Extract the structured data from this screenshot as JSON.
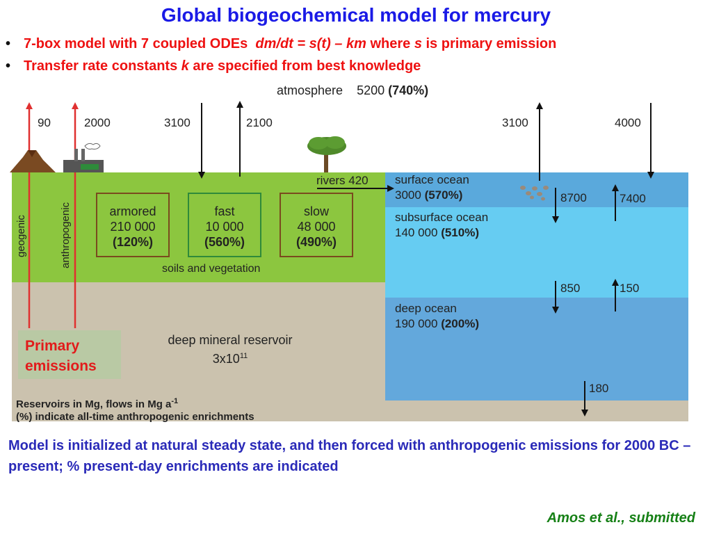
{
  "title": "Global biogeochemical model for mercury",
  "bullets": [
    {
      "part1": "7-box model with 7 coupled ODEs",
      "eq1": "dm/dt",
      "eq2": " = ",
      "eq3": "s(t)",
      "eq4": " – ",
      "eq5": "km",
      "part2": " where ",
      "var": "s",
      "part3": " is primary emission"
    },
    {
      "part1": "Transfer rate constants ",
      "var": "k",
      "part2": " are specified from best knowledge"
    }
  ],
  "diagram": {
    "atmosphere": {
      "label": "atmosphere",
      "value": "5200",
      "enrichment": "(740%)"
    },
    "land_fluxes": {
      "geogenic": "90",
      "anthropogenic": "2000",
      "deposition": "3100",
      "emission": "2100"
    },
    "ocean_fluxes": {
      "deposition": "3100",
      "evasion": "4000"
    },
    "rivers": "rivers 420",
    "soil_pools": [
      {
        "name": "armored",
        "value": "210 000",
        "enrichment": "(120%)"
      },
      {
        "name": "fast",
        "value": "10 000",
        "enrichment": "(560%)"
      },
      {
        "name": "slow",
        "value": "48 000",
        "enrichment": "(490%)"
      }
    ],
    "soils_label": "soils and vegetation",
    "geogenic_label": "geogenic",
    "anthropogenic_label": "anthropogenic",
    "surface_ocean": {
      "name": "surface ocean",
      "value": "3000",
      "enrichment": "(570%)"
    },
    "subsurface_ocean": {
      "name": "subsurface ocean",
      "value": "140 000",
      "enrichment": "(510%)"
    },
    "deep_ocean": {
      "name": "deep ocean",
      "value": "190 000",
      "enrichment": "(200%)"
    },
    "ocean_exchange": {
      "surface_down": "8700",
      "surface_up": "7400",
      "deep_down": "850",
      "deep_up": "150",
      "burial": "180"
    },
    "deep_mineral": {
      "name": "deep mineral reservoir",
      "value_base": "3x10",
      "value_exp": "11"
    },
    "primary_emissions": [
      "Primary",
      "emissions"
    ],
    "legend": {
      "line1_a": "Reservoirs in Mg, flows in Mg a",
      "line1_exp": "-1",
      "line2": "(%) indicate all-time anthropogenic enrichments"
    },
    "colors": {
      "land": "#8cc63f",
      "mineral": "#cbc2ae",
      "surface_ocean": "#5aa9dc",
      "mid_ocean": "#66ccf2",
      "deep_ocean": "#63a8dc",
      "emission_arrow": "#e03030",
      "fast_box_border": "#2f8a3a",
      "soil_box_border": "#7a4a1e"
    }
  },
  "bottom_text": "Model is initialized at natural steady state, and then forced with anthropogenic emissions for 2000 BC – present; % present-day enrichments are indicated",
  "citation": "Amos et al., submitted"
}
